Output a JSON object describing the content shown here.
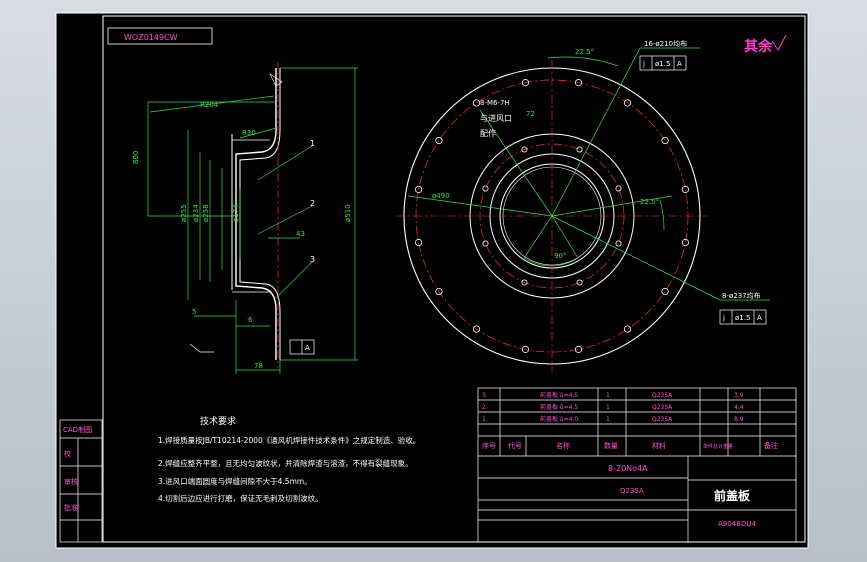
{
  "drawing": {
    "code_box": "WOZ0149CW",
    "roughness_note": "其余",
    "title": "前盖板",
    "drawing_number": "A904BDU4",
    "material_row": "Q235A",
    "model": "8-20No4A"
  },
  "side_view": {
    "dims": {
      "r204": "R204",
      "r30": "R30",
      "d800": "800",
      "d510": "ø510",
      "d255": "ø255",
      "d234": "ø234",
      "d258": "ø258",
      "d174": "ø174",
      "d43": "43",
      "d5": "5",
      "d6": "6",
      "d78": "78"
    },
    "balloons": [
      "1",
      "2",
      "3"
    ],
    "datum": "A"
  },
  "front_view": {
    "labels": {
      "holes16": "16-ø210均布",
      "tol16": [
        "j",
        "ø1.5",
        "A"
      ],
      "m6": "8-M6-7H",
      "m6_note1": "与进风口",
      "m6_note2": "配作",
      "angle1": "22.5°",
      "angle2": "22.5°",
      "angle3": "90°",
      "pcd": "ø490",
      "holes8": "8-ø237均布",
      "tol8": [
        "j",
        "ø1.5",
        "A"
      ],
      "t_mark": "72"
    }
  },
  "tech": {
    "heading": "技术要求",
    "lines": [
      "1.焊接质量按JB/T10214-2000《通风机焊接件技术条件》之规定制造、验收。",
      "2.焊缝应整齐平整，且无均匀波纹状，并清除焊渣与溶渣，不得有裂缝现象。",
      "3.进风口端面圆度与焊缝间隙不大于4.5mm。",
      "4.切割后边应进行打磨，保证无毛刺及切割波纹。"
    ]
  },
  "bom": {
    "rows": [
      [
        "3.",
        "前盖板 δ=4.5",
        "1",
        "Q235A",
        "3.9"
      ],
      [
        "2.",
        "前盖板 δ=4.5",
        "1",
        "Q235A",
        "4.4"
      ],
      [
        "1.",
        "前盖板 δ=4.0",
        "1",
        "Q235A",
        "8.9"
      ]
    ],
    "header": [
      "序号",
      "代号",
      "名称",
      "数量",
      "材料",
      "单件总计重量",
      "备注"
    ]
  },
  "left_strip": [
    "CAD制图",
    "校",
    "审核",
    "批准"
  ]
}
